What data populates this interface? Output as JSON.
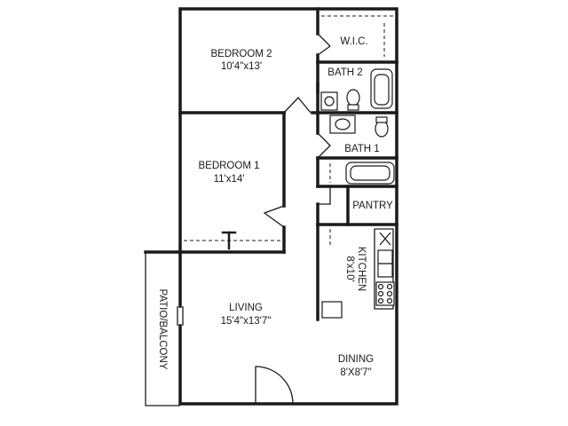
{
  "rooms": {
    "bedroom2": {
      "name": "BEDROOM 2",
      "size": "10'4\"x13'"
    },
    "wic": {
      "name": "W.I.C."
    },
    "bath2": {
      "name": "BATH 2"
    },
    "bath1": {
      "name": "BATH 1"
    },
    "bedroom1": {
      "name": "BEDROOM 1",
      "size": "11'x14'"
    },
    "pantry": {
      "name": "PANTRY"
    },
    "kitchen": {
      "name": "KITCHEN",
      "size": "8'x10'"
    },
    "living": {
      "name": "LIVING",
      "size": "15'4\"x13'7\""
    },
    "patio": {
      "name": "PATIO/BALCONY"
    },
    "dining": {
      "name": "DINING",
      "size": "8'X8'7\""
    }
  }
}
